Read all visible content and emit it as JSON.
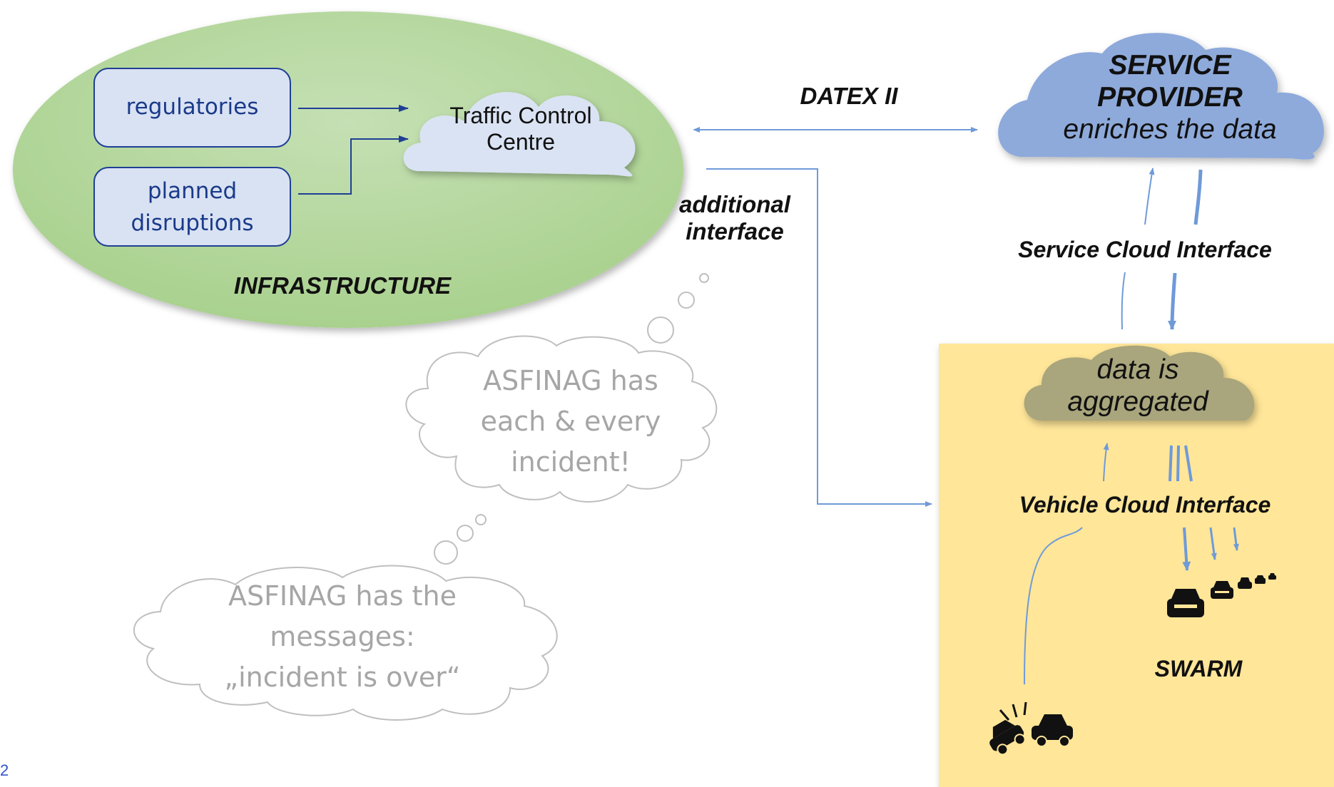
{
  "infrastructure": {
    "title": "INFRASTRUCTURE",
    "regulatories": "regulatories",
    "planned_line1": "planned",
    "planned_line2": "disruptions",
    "tcc_line1": "Traffic Control",
    "tcc_line2": "Centre",
    "colors": {
      "ellipse": "#a9d18e",
      "boxes": "#d9e2f3",
      "box_border": "#1f3f94"
    }
  },
  "interfaces": {
    "datex": "DATEX II",
    "additional_line1": "additional",
    "additional_line2": "interface",
    "service_cloud": "Service Cloud Interface",
    "vehicle_cloud": "Vehicle Cloud Interface"
  },
  "service_provider": {
    "line1": "SERVICE",
    "line2": "PROVIDER",
    "line3": "enriches the data",
    "color": "#8eaadb"
  },
  "vehicle_zone": {
    "aggregated_line1": "data is",
    "aggregated_line2": "aggregated",
    "swarm": "SWARM",
    "colors": {
      "zone": "#ffe699",
      "cloud": "#a9a57c"
    }
  },
  "thoughts": {
    "first_line1": "ASFINAG has",
    "first_line2": "each & every",
    "first_line3": "incident!",
    "second_line1": "ASFINAG has the",
    "second_line2": "messages:",
    "second_line3": "„incident is over“"
  },
  "page_mark": "2",
  "arrow_color": "#6f9ad8"
}
